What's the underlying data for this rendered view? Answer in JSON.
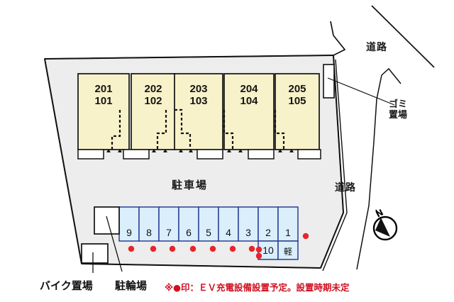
{
  "site": {
    "parking_area_label": "駐車場",
    "building_units": [
      {
        "upper": "201",
        "lower": "101"
      },
      {
        "upper": "202",
        "lower": "102"
      },
      {
        "upper": "203",
        "lower": "103"
      },
      {
        "upper": "204",
        "lower": "104"
      },
      {
        "upper": "205",
        "lower": "105"
      }
    ],
    "parking_stalls": [
      "9",
      "8",
      "7",
      "6",
      "5",
      "4",
      "3",
      "2",
      "1"
    ],
    "parking_stalls_second_row": [
      "10",
      "軽"
    ],
    "road_labels": [
      {
        "text": "道路"
      },
      {
        "text": "道路"
      }
    ],
    "garbage_label": "ゴミ\n置場",
    "garbage_label_line1": "ゴミ",
    "garbage_label_line2": "置場",
    "bike_parking_label": "バイク置場",
    "bicycle_parking_label": "駐輪場",
    "ev_note": "※●印：ＥＶ充電設備設置予定。設置時期未定",
    "compass_north": "N"
  },
  "colors": {
    "site_fill": "#ededed",
    "building_fill": "#f7f2c9",
    "building_stroke": "#121212",
    "stall_fill": "#daeefb",
    "stall_stroke": "#2b3f93",
    "ev_dot": "#e8232a",
    "note_text": "#cf1020",
    "outline": "#111111"
  }
}
